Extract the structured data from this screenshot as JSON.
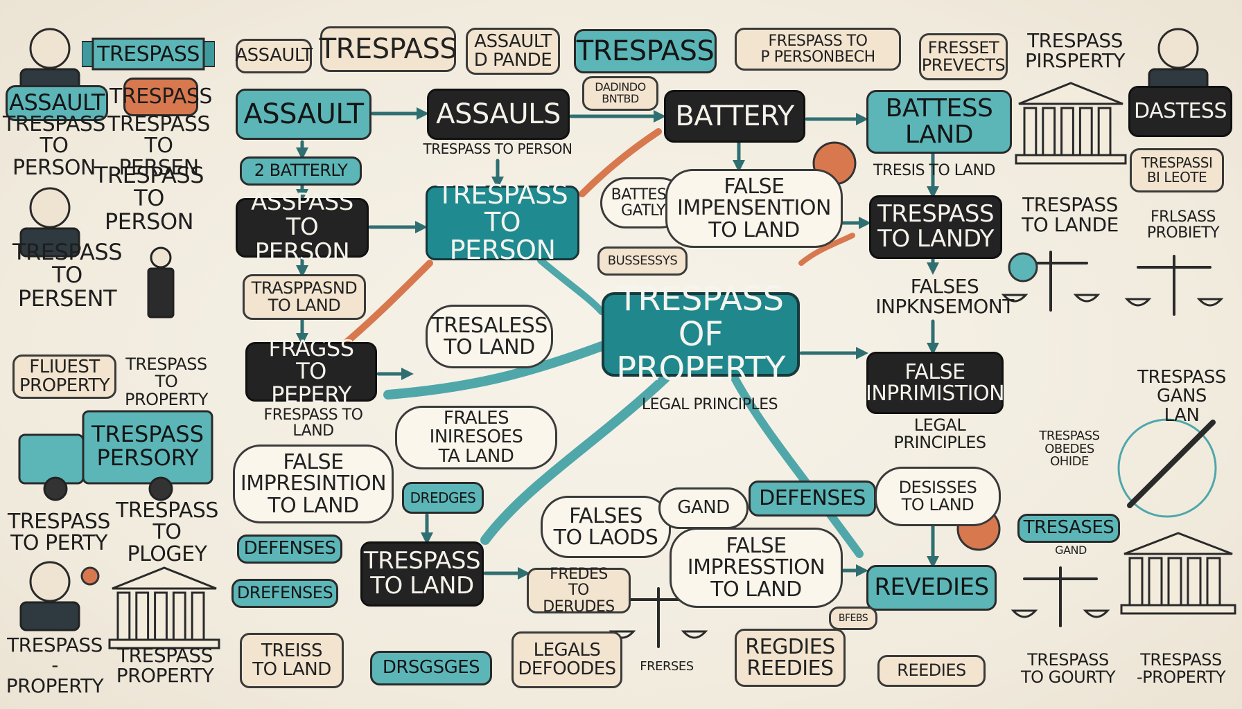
{
  "colors": {
    "teal": "#5cb6b8",
    "dark_teal": "#1f8a8f",
    "black": "#232323",
    "beige": "#f2e4cf",
    "orange": "#d8784f",
    "background": "#f3eee2"
  },
  "left_column": {
    "banner": "TRESPASS",
    "assault": "ASSAULT",
    "trespass_tag": "TRESPASS",
    "tp1": "TRESPASS\nTO PERSON",
    "tp2": "TRESPASS\nTO PERSEN",
    "tp3": "TRESPASS\nTO PERSON",
    "tp4": "TRESPASS\nTO PERSENT",
    "fliuest": "FLIUEST\nPROPERTY",
    "tprop": "TRESPASS\nTO PROPERTY",
    "truck_label": "TRESPASS\nPERSORY",
    "tpfrty": "TRESPASS\nTO PERTY",
    "tplogey": "TRESPASS\nTO PLOGEY",
    "tpbottom1": "TRESPASS\n-PROPERTY",
    "tpbottom2": "TRESPASS\nPROPERTY"
  },
  "top_row": {
    "assault_small": "ASSAULT",
    "trespass_big": "TRESPASS",
    "assault_pande": "ASSAULT\nD PANDE",
    "trespass_teal": "TRESPASS",
    "frespass_to": "FRESPASS TO\nP PERSONBECH",
    "fresset": "FRESSET\nPREVECTS",
    "dadindo": "DADINDO\nBNTBD"
  },
  "center": {
    "assault": "ASSAULT",
    "assauls": "ASSAULS",
    "trespass_to_person_caption": "TRESPASS TO PERSON",
    "battery": "BATTERY",
    "battess_land": "BATTESS\nLAND",
    "battery_small": "2 BATTERLY",
    "asspass": "ASSPASS\nTO PERSON",
    "trespass_to_person": "TRESPASS\nTO PERSON",
    "battesy": "BATTESY\nGATLY",
    "false_imp_top": "FALSE\nIMPENSENTION\nTO LAND",
    "tresis_land": "TRESIS TO LAND",
    "trespass_landy": "TRESPASS\nTO LANDY",
    "trasppasnd": "TRASPPASND\nTO LAND",
    "tresaless": "TRESALESS\nTO LAND",
    "bussessys": "BUSSESSYS",
    "falses_inp": "FALSES\nINPKNSEMONT",
    "hub_title": "TRESPASS\nOF PROPERTY",
    "legal_principles_hub": "LEGAL PRINCIPLES",
    "frags": "FRAGSS\nTO PEPERY",
    "frespass_land": "FRESPASS TO LAND",
    "frales": "FRALES\nINIRESOES\nTA LAND",
    "false_inprimation": "FALSE\nINPRIMISTION",
    "legal_principles_right": "LEGAL PRINCIPLES",
    "false_impression_left": "FALSE\nIMPRESINTION\nTO LAND",
    "dredges": "DREDGES",
    "falses_laods": "FALSES\nTO LAODS",
    "gand": "GAND",
    "defenses_right": "DEFENSES",
    "desisses": "DESISSES\nTO LAND",
    "defenses_left": "DEFENSES",
    "drefenses": "DREFENSES",
    "trespass_to_land": "TRESPASS\nTO LAND",
    "fredes": "FREDES\nTO DERUDES",
    "false_impression_bottom": "FALSE\nIMPRESSTION\nTO LAND",
    "redies": "REVEDIES",
    "treiss": "TREISS\nTO LAND",
    "drsgsges": "DRSGSGES",
    "legal_defoodes": "LEGALS\nDEFOODES",
    "frerses": "FRERSES",
    "reedies": "REGDIES\nREEDIES",
    "reedies_small": "REEDIES",
    "bfebs": "BFEBS"
  },
  "right_column": {
    "trespass_prop": "TRESPASS\nPIRSPERTY",
    "dastess": "DASTESS",
    "trespassi": "TRESPASSI\nBI LEOTE",
    "trespass_lande": "TRESPASS\nTO LANDE",
    "frlsass": "FRLSASS\nPROBIETY",
    "trespass_gans": "TRESPASS\nGANS\nLAN",
    "trespass_obedes": "TRESPASS\nOBEDES\nOHIDE",
    "treses_band": "TRESASES",
    "treses_band2": "GAND",
    "bottom1": "TRESPASS\nTO GOURTY",
    "bottom2": "TRESPASS\n-PROPERTY"
  }
}
